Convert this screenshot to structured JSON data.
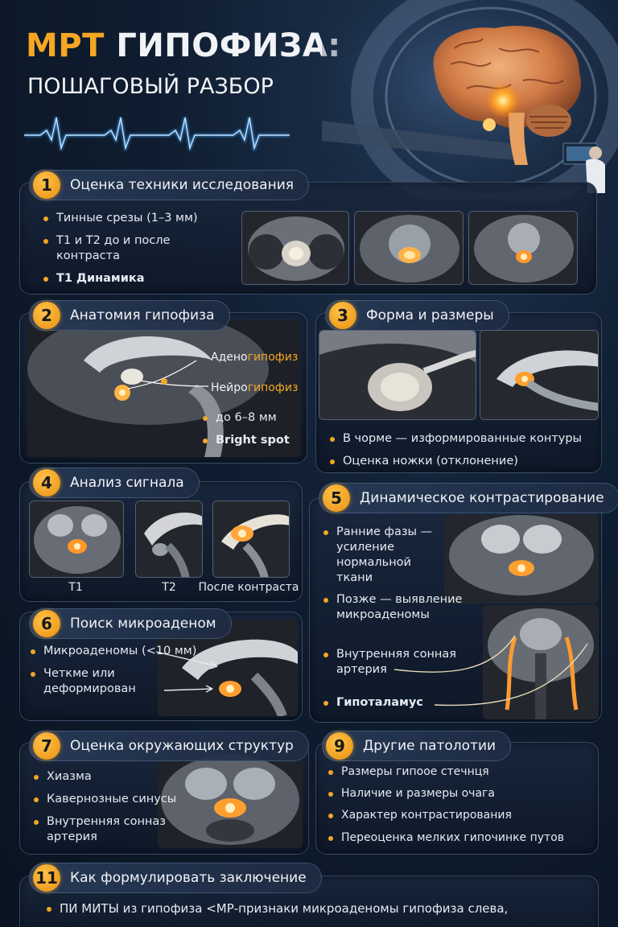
{
  "header": {
    "title_accent": "МРТ",
    "title_main": "ГИПОФИЗА:",
    "subtitle": "ПОШАГОВЫЙ РАЗБОР"
  },
  "colors": {
    "accent": "#f5a623",
    "panel": "#1a283e",
    "background": "#0f1d30",
    "ekg": "#4aa8ff"
  },
  "steps": {
    "s1": {
      "number": "1",
      "title": "Оценка техники исследования",
      "bullets": [
        "Тинные срезы (1–3 мм)",
        "T1 и T2 до и после контраста",
        "T1 Динамика"
      ]
    },
    "s2": {
      "number": "2",
      "title": "Анатомия гипофиза",
      "label_adeno_a": "Адено",
      "label_adeno_b": "гипофиз",
      "label_neuro_a": "Нейро",
      "label_neuro_b": "гипофиз",
      "bullets": [
        "до 6–8 мм",
        "Bright spot"
      ]
    },
    "s3": {
      "number": "3",
      "title": "Форма и размеры",
      "bullets": [
        "В чорме — изформированные контуры",
        "Оценка ножки (отклонение)"
      ]
    },
    "s4": {
      "number": "4",
      "title": "Анализ сигнала",
      "captions": [
        "T1",
        "T2",
        "После контраста"
      ]
    },
    "s5": {
      "number": "5",
      "title": "Динамическое контрастирование",
      "bullets": [
        "Ранние фазы — усиление нормальной ткани",
        "Позже — выявление микроаденомы",
        "Внутренняя сонная артерия",
        "Гипоталамус"
      ]
    },
    "s6": {
      "number": "6",
      "title": "Поиск микроаденом",
      "bullets": [
        "Микроаденомы (<10 мм)",
        "Четкме или деформирован"
      ]
    },
    "s7": {
      "number": "7",
      "title": "Оценка окружающих структур",
      "bullets": [
        "Хиазма",
        "Кавернозные синусы",
        "Внутренняя сонназ артерия"
      ]
    },
    "s9": {
      "number": "9",
      "title": "Другие патолотии",
      "bullets": [
        "Размеры гипоое стечнця",
        "Наличие и размеры очага",
        "Характер контрастирования",
        "Переоценка мелких гипочинке путов"
      ]
    },
    "s11": {
      "number": "11",
      "title": "Как формулировать заключение",
      "bullets": [
        "ПИ МИТЫ из гипофиза <МР-признаки микроаденомы гипофиза слева,"
      ]
    }
  }
}
